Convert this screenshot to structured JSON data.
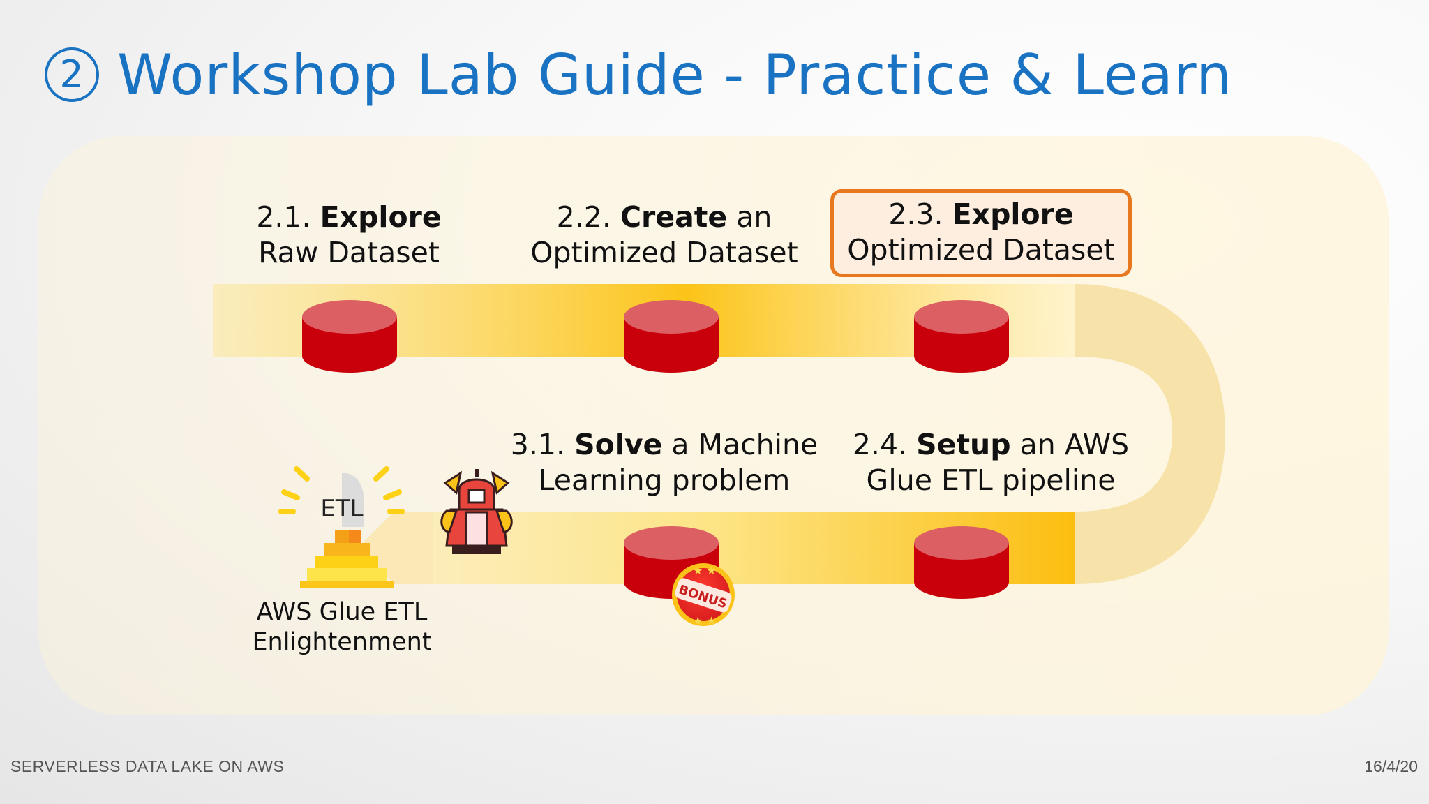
{
  "slide": {
    "number": "2",
    "title": "Workshop Lab Guide - Practice & Learn"
  },
  "steps": [
    {
      "num": "2.1.",
      "bold": "Explore",
      "rest": "",
      "line2": "Raw Dataset",
      "highlighted": false
    },
    {
      "num": "2.2.",
      "bold": "Create",
      "rest": " an",
      "line2": "Optimized Dataset",
      "highlighted": false
    },
    {
      "num": "2.3.",
      "bold": "Explore",
      "rest": "",
      "line2": "Optimized Dataset",
      "highlighted": true
    },
    {
      "num": "2.4.",
      "bold": "Setup",
      "rest": " an AWS",
      "line2": "Glue ETL pipeline",
      "highlighted": false
    },
    {
      "num": "3.1.",
      "bold": "Solve",
      "rest": " a Machine",
      "line2": "Learning problem",
      "highlighted": false
    }
  ],
  "etl": {
    "icon_text": "ETL",
    "caption_line1": "AWS Glue ETL",
    "caption_line2": "Enlightenment"
  },
  "badge": {
    "text": "BONUS"
  },
  "icons": [
    "database-icon",
    "pyramid-icon",
    "robot-knight-icon",
    "bonus-badge-icon"
  ],
  "colors": {
    "title": "#1a73c2",
    "database": "#c9000b",
    "database_top": "#dc5f63",
    "road": "#fbbf12",
    "highlight_border": "#e8781f"
  },
  "footer": {
    "left": "SERVERLESS DATA LAKE ON AWS",
    "right": "16/4/20"
  }
}
